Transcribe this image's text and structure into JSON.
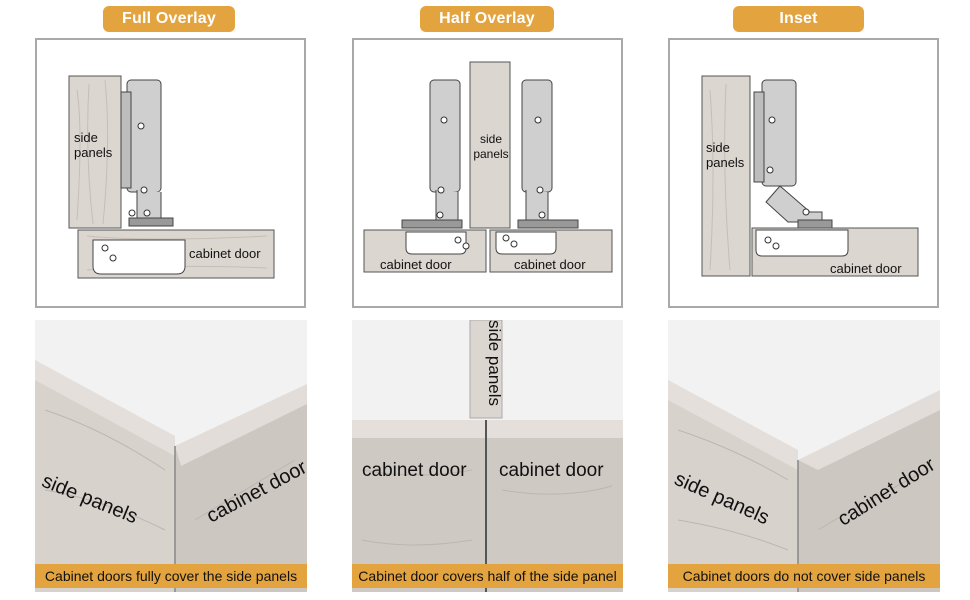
{
  "panels": [
    {
      "title": "Full Overlay",
      "side_label": "side\npanels",
      "door_label": "cabinet door",
      "photo_side": "side panels",
      "photo_door": "cabinet door",
      "caption": "Cabinet doors fully cover the side panels"
    },
    {
      "title": "Half Overlay",
      "side_label": "side\npanels",
      "door_label_left": "cabinet door",
      "door_label_right": "cabinet door",
      "photo_side": "side panels",
      "photo_door_left": "cabinet door",
      "photo_door_right": "cabinet door",
      "caption": "Cabinet door covers half of the side panel"
    },
    {
      "title": "Inset",
      "side_label": "side\npanels",
      "door_label": "cabinet door",
      "photo_side": "side panels",
      "photo_door": "cabinet door",
      "caption": "Cabinet doors do not cover side panels"
    }
  ],
  "colors": {
    "accent": "#e3a33f",
    "wood": "#d9d4cf",
    "hinge": "#c8c8c8"
  }
}
